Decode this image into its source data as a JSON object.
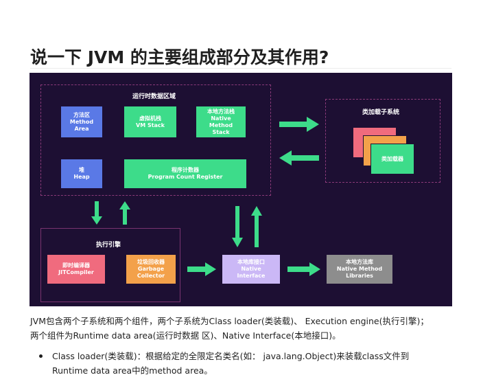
{
  "title": "说一下 JVM 的主要组成部分及其作用?",
  "diagram": {
    "runtime_area": {
      "label": "运行时数据区域",
      "method_area": [
        "方法区",
        "Method",
        "Area"
      ],
      "vm_stack": [
        "虚拟机栈",
        "VM Stack"
      ],
      "native_method_stack": [
        "本地方法栈",
        "Native",
        "Method",
        "Stack"
      ],
      "heap": [
        "堆",
        "Heap"
      ],
      "program_counter": [
        "程序计数器",
        "Program Count Register"
      ]
    },
    "class_loader": {
      "label": "类加载子系统",
      "loader": "类加载器"
    },
    "execution_engine": {
      "label": "执行引擎",
      "jit": [
        "即时编译器",
        "JITCompiler"
      ],
      "gc": [
        "垃圾回收器",
        "Garbage",
        "Collector"
      ]
    },
    "native_interface": [
      "本地库接口",
      "Native",
      "Interface"
    ],
    "native_libraries": [
      "本地方法库",
      "Native Method",
      "Libraries"
    ],
    "colors": {
      "background": "#1d0f33",
      "arrow": "#3ddc8a",
      "blue": "#5a79e6",
      "green": "#3ddc8a",
      "pink": "#f06b7e",
      "orange": "#f3a14a",
      "lavender": "#cbb8f6",
      "grey": "#8d8d8d",
      "border": "#8b3a7a"
    }
  },
  "paragraph": {
    "line1": "JVM包含两个子系统和两个组件，两个子系统为Class loader(类装载)、 Execution engine(执行引擎)；",
    "line2": "两个组件为Runtime data area(运行时数据 区)、Native Interface(本地接口)。"
  },
  "bullets": [
    {
      "line1": "Class loader(类装载)：根据给定的全限定名类名(如： java.lang.Object)来装载class文件到",
      "line2": "Runtime data area中的method area。"
    }
  ]
}
